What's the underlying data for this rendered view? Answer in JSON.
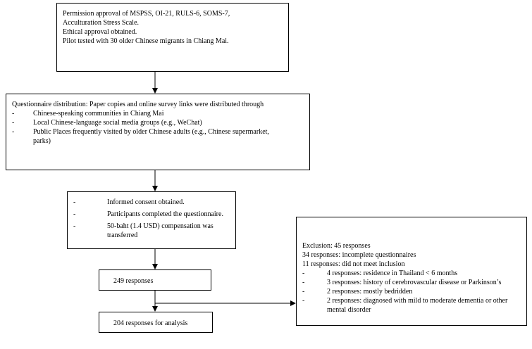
{
  "box1": {
    "lines": [
      "Permission approval of MSPSS, OI-21, RULS-6, SOMS-7,",
      "Acculturation Stress Scale.",
      "Ethical approval obtained.",
      "Pilot tested with 30 older Chinese migrants in Chiang Mai."
    ]
  },
  "box2": {
    "heading": "Questionnaire distribution: Paper copies and online survey links were distributed through",
    "bullet": "-",
    "items": [
      "Chinese-speaking communities in Chiang Mai",
      "Local Chinese-language social media groups (e.g., WeChat)",
      "Public Places frequently visited by older Chinese adults (e.g., Chinese supermarket,",
      "parks)"
    ]
  },
  "box3": {
    "bullet": "-",
    "items": [
      "Informed consent obtained.",
      "Participants completed the questionnaire.",
      "50-baht (1.4 USD) compensation was",
      "transferred"
    ]
  },
  "box4": {
    "label": "249 responses"
  },
  "box5": {
    "label": "204 responses for analysis"
  },
  "box6": {
    "lines": [
      "Exclusion: 45 responses",
      "34 responses: incomplete questionnaires",
      "11 responses: did not meet inclusion"
    ],
    "bullet": "-",
    "items": [
      "4 responses: residence in Thailand < 6 months",
      "3 responses: history of cerebrovascular disease or Parkinson’s",
      "2 responses: mostly bedridden",
      "2 responses: diagnosed with mild to moderate dementia or other",
      "mental disorder"
    ]
  }
}
